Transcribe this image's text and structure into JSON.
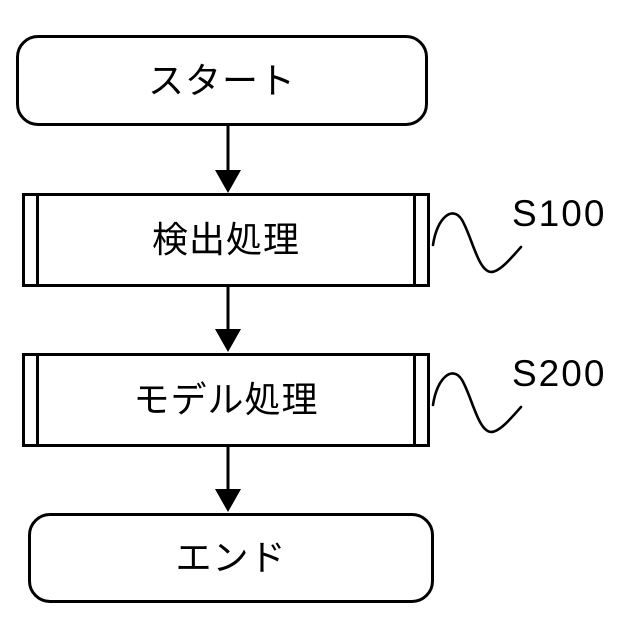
{
  "flowchart": {
    "background_color": "#ffffff",
    "stroke_color": "#000000",
    "text_color": "#000000",
    "nodes": [
      {
        "id": "start",
        "type": "terminator",
        "label": "スタート"
      },
      {
        "id": "detect",
        "type": "subroutine",
        "label": "検出処理",
        "step_ref": "S100"
      },
      {
        "id": "model",
        "type": "subroutine",
        "label": "モデル処理",
        "step_ref": "S200"
      },
      {
        "id": "end",
        "type": "terminator",
        "label": "エンド"
      }
    ],
    "edges": [
      {
        "from": "start",
        "to": "detect"
      },
      {
        "from": "detect",
        "to": "model"
      },
      {
        "from": "model",
        "to": "end"
      }
    ]
  }
}
